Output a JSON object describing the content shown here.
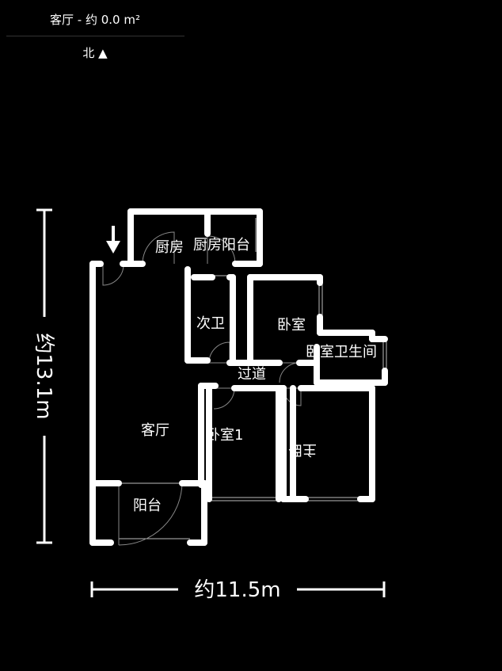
{
  "header": {
    "title": "客厅 - 约 0.0 m²",
    "north_label": "北 ▲"
  },
  "floorplan": {
    "rooms": {
      "kitchen": "厨房",
      "kitchen_balcony": "厨房阳台",
      "second_bath": "次卫",
      "bedroom": "卧室",
      "master_bath": "卧室卫生间",
      "hallway": "过道",
      "living_room": "客厅",
      "bedroom1": "卧室1",
      "master_bedroom": "主卧",
      "balcony": "阳台"
    },
    "dimensions": {
      "height": "约13.1m",
      "width": "约11.5m"
    }
  }
}
